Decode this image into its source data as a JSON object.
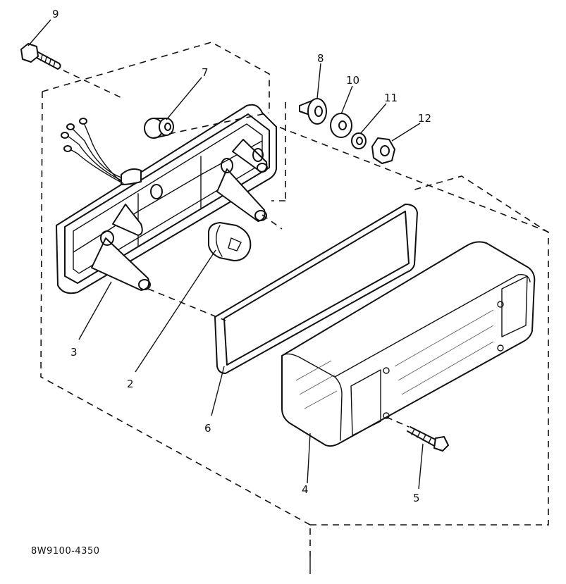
{
  "diagram": {
    "callouts": {
      "c1": "9",
      "c2": "7",
      "c3": "8",
      "c4": "10",
      "c5": "11",
      "c6": "12",
      "c7": "3",
      "c8": "2",
      "c9": "6",
      "c10": "4",
      "c11": "5"
    },
    "drawing_code": "8W9100-4350"
  }
}
